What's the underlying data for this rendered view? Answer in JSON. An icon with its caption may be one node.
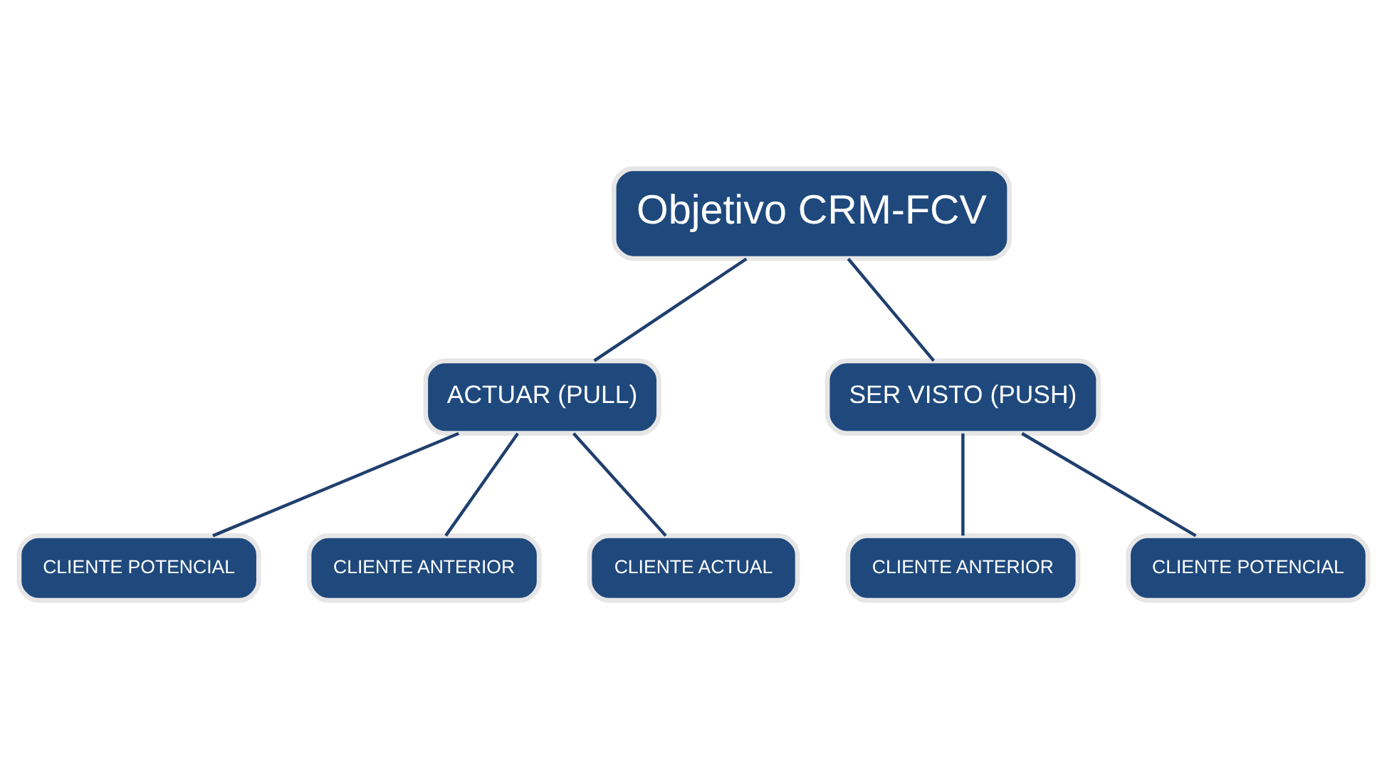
{
  "diagram": {
    "nodes": [
      {
        "text": [
          "Objetivo CRM-FCV"
        ]
      },
      {
        "text": [
          "ACTUAR (PULL)"
        ]
      },
      {
        "text": [
          "SER VISTO (PUSH)"
        ]
      },
      {
        "text": [
          "CLIENTE POTENCIAL"
        ]
      },
      {
        "text": [
          "CLIENTE ANTERIOR"
        ]
      },
      {
        "text": [
          "CLIENTE ACTUAL"
        ]
      },
      {
        "text": [
          "CLIENTE ANTERIOR"
        ]
      },
      {
        "text": [
          "CLIENTE POTENCIAL"
        ]
      }
    ],
    "edges": [
      {
        "from": 0,
        "to": 1,
        "arrow": "none"
      },
      {
        "from": 0,
        "to": 2,
        "arrow": "none"
      },
      {
        "from": 1,
        "to": 3,
        "arrow": "none"
      },
      {
        "from": 1,
        "to": 4,
        "arrow": "none"
      },
      {
        "from": 1,
        "to": 5,
        "arrow": "none"
      },
      {
        "from": 2,
        "to": 6,
        "arrow": "none"
      },
      {
        "from": 2,
        "to": 7,
        "arrow": "none"
      }
    ]
  }
}
